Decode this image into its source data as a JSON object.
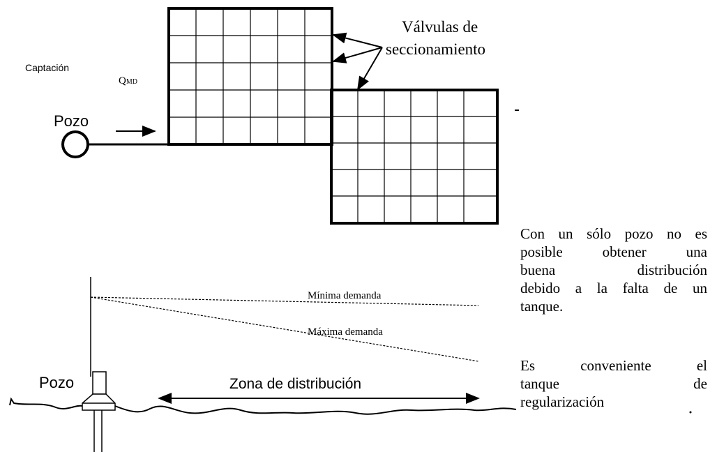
{
  "top_diagram": {
    "captacion_label": "Captación",
    "flow_label_main": "Q",
    "flow_label_sub": "MD",
    "well_label": "Pozo",
    "valves_label_line1": "Válvulas de",
    "valves_label_line2": "seccionamiento"
  },
  "bottom_diagram": {
    "well_label": "Pozo",
    "min_demand_label": "Mínima demanda",
    "max_demand_label": "Máxima demanda",
    "distribution_zone_label": "Zona de distribución"
  },
  "notes": {
    "paragraph1": [
      "Con un sólo pozo no es",
      "posible obtener una",
      "buena distribución",
      "debido a la falta de un",
      "tanque."
    ],
    "paragraph2": [
      "Es conveniente el",
      "tanque de",
      "regularización"
    ]
  }
}
